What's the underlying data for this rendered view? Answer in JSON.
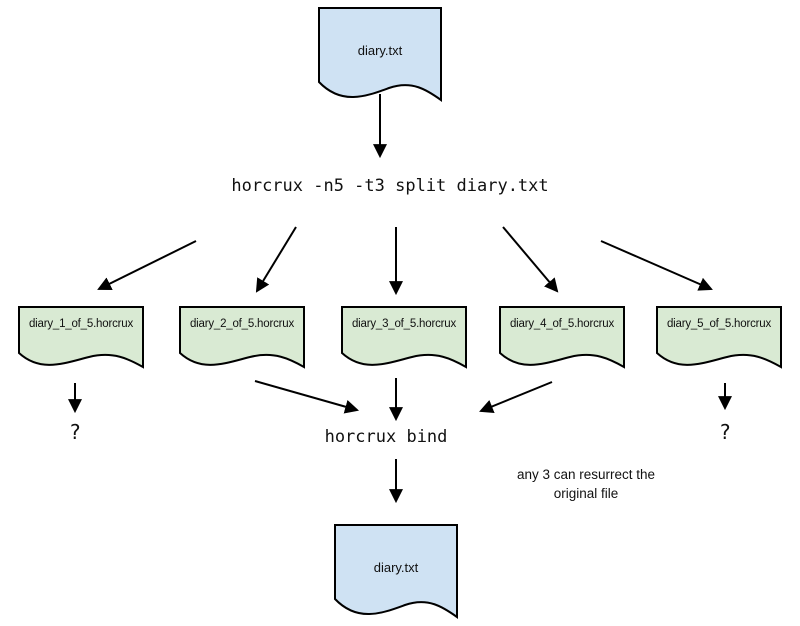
{
  "diagram": {
    "source_file": {
      "label": "diary.txt"
    },
    "split_command": {
      "label": "horcrux -n5 -t3 split diary.txt"
    },
    "horcruxes": [
      {
        "label": "diary_1_of_5.horcrux"
      },
      {
        "label": "diary_2_of_5.horcrux"
      },
      {
        "label": "diary_3_of_5.horcrux"
      },
      {
        "label": "diary_4_of_5.horcrux"
      },
      {
        "label": "diary_5_of_5.horcrux"
      }
    ],
    "unknown_left": {
      "label": "?"
    },
    "unknown_right": {
      "label": "?"
    },
    "bind_command": {
      "label": "horcrux bind"
    },
    "note": {
      "line1": "any 3 can resurrect the",
      "line2": "original file"
    },
    "restored_file": {
      "label": "diary.txt"
    },
    "colors": {
      "file_fill": "#cfe2f3",
      "horcrux_fill": "#d9ead3",
      "stroke": "#000000"
    }
  }
}
